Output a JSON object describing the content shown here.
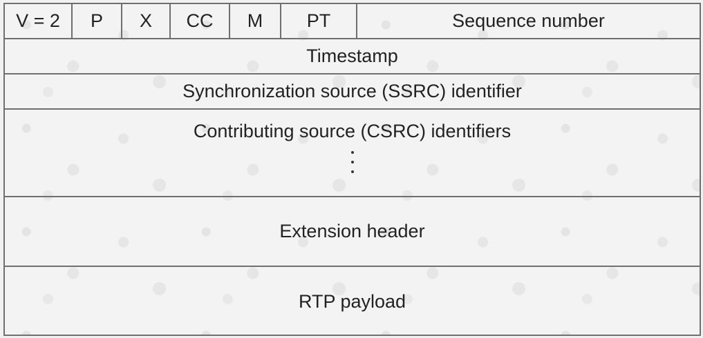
{
  "header_fields": {
    "version": "V = 2",
    "padding": "P",
    "extension": "X",
    "csrc_count": "CC",
    "marker": "M",
    "payload_type": "PT",
    "sequence_number": "Sequence number"
  },
  "rows": {
    "timestamp": "Timestamp",
    "ssrc": "Synchronization source (SSRC) identifier",
    "csrc": "Contributing source (CSRC) identifiers",
    "extension_header": "Extension header",
    "payload": "RTP payload"
  }
}
